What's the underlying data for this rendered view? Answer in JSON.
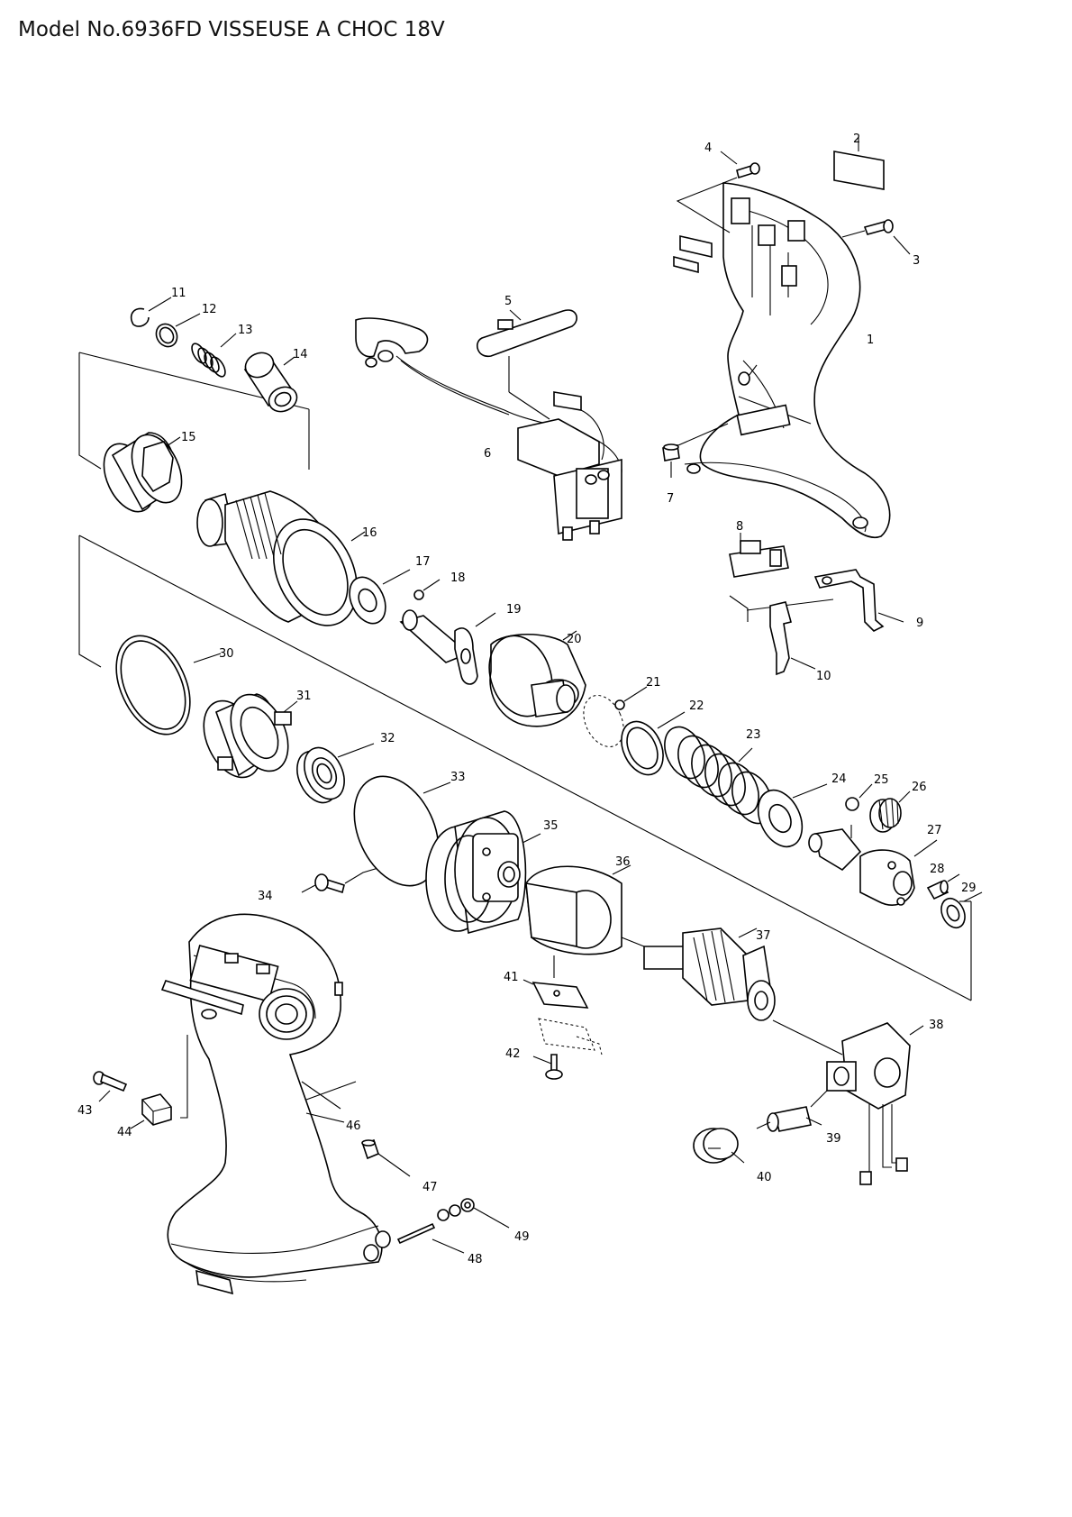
{
  "title": "Model No.6936FD VISSEUSE A CHOC 18V",
  "part_numbers": [
    "1",
    "2",
    "3",
    "4",
    "5",
    "6",
    "7",
    "8",
    "9",
    "10",
    "11",
    "12",
    "13",
    "14",
    "15",
    "16",
    "17",
    "18",
    "19",
    "20",
    "21",
    "22",
    "23",
    "24",
    "25",
    "26",
    "27",
    "28",
    "29",
    "30",
    "31",
    "32",
    "33",
    "34",
    "35",
    "36",
    "37",
    "38",
    "39",
    "40",
    "41",
    "42",
    "43",
    "44",
    "46",
    "47",
    "48",
    "49"
  ]
}
